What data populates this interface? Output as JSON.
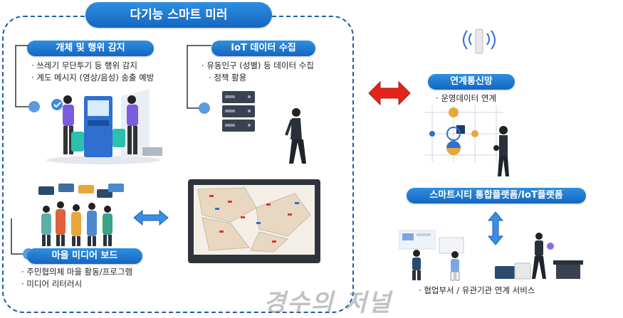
{
  "main_title": "다기능 스마트 미러",
  "detection": {
    "title": "개체 및 행위 감지",
    "bullets": [
      "쓰레기 무단투기 등 행위 감지",
      "계도 메시지 (영상/음성) 송출 예방"
    ]
  },
  "iot": {
    "title": "IoT 데이터 수집",
    "bullets": [
      "유동인구 (성별) 등 데이터 수집",
      "정책 활용"
    ]
  },
  "media": {
    "title": "마을 미디어 보드",
    "bullets": [
      "주민협의체 마을 활동/프로그램",
      "미디어 리터러시"
    ]
  },
  "network": {
    "title": "연계통신망",
    "bullets": [
      "운영데이터 연계"
    ]
  },
  "platform": {
    "title": "스마트시티 통합플랫폼/IoT플랫폼",
    "bullets": [
      "협업부서 /  유관기관 연계 서비스"
    ]
  },
  "watermark": "경수의 저널",
  "colors": {
    "pill": "#1e74cf",
    "dashed_border": "#1d5fa8",
    "red_arrow": "#e3241b",
    "blue_arrow": "#3a8ee6",
    "node_dot": "#5b9be0"
  }
}
